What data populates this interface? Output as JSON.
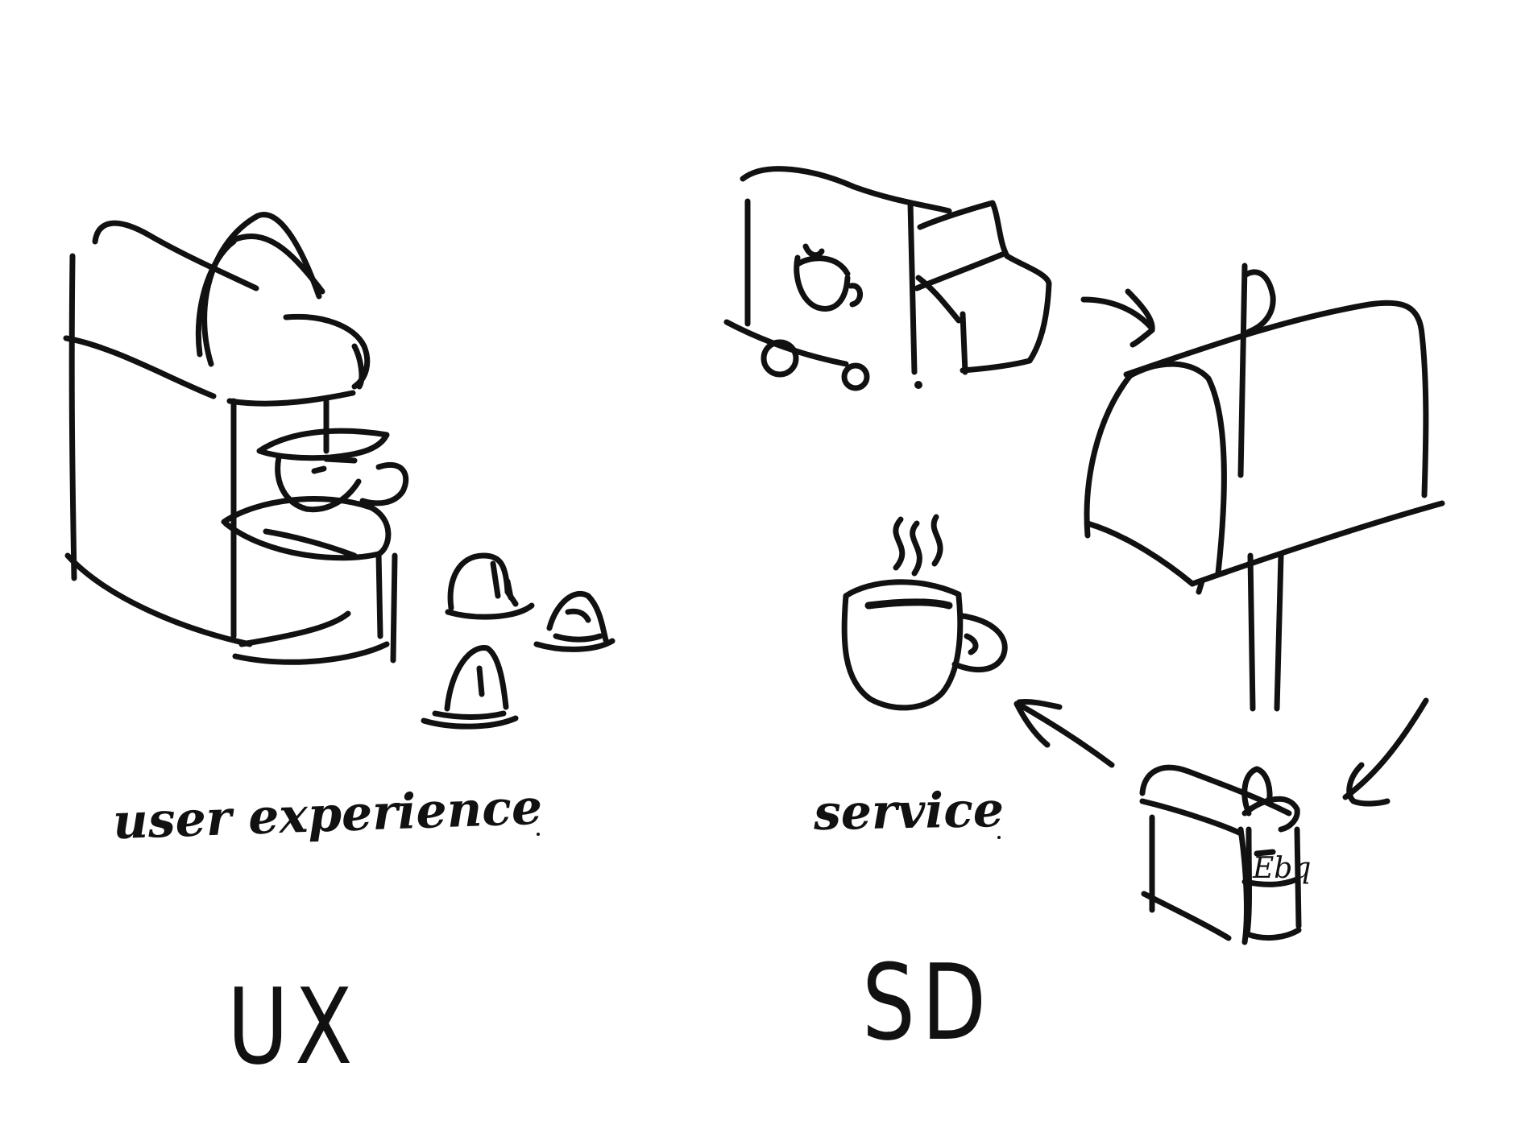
{
  "labels": {
    "ux_caption": "user experience",
    "sd_caption": "service",
    "ux_title": "UX",
    "sd_title": "SD",
    "capsule_tin_mark": "Ebq"
  },
  "colors": {
    "ink": "#111111",
    "paper": "#ffffff"
  },
  "illustrations": [
    "coffee-machine-icon",
    "coffee-capsule-icon",
    "delivery-truck-icon",
    "mailbox-icon",
    "coffee-cup-icon",
    "capsule-tin-icon",
    "arrow-icon"
  ]
}
